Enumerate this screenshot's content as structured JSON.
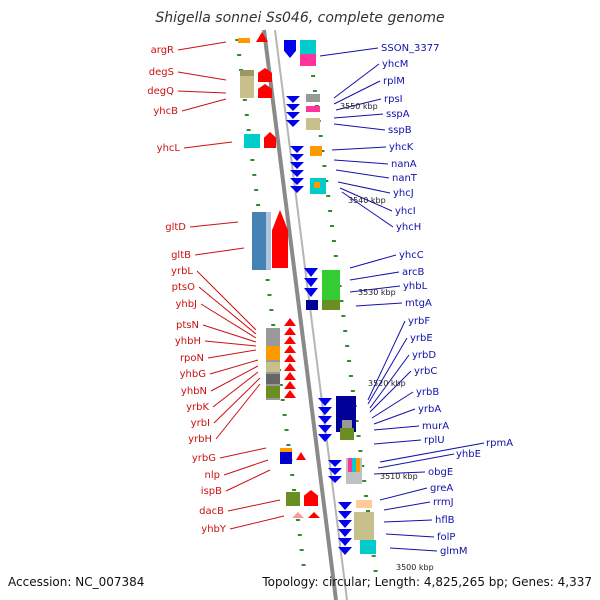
{
  "title": "Shigella sonnei Ss046, complete genome",
  "footer": {
    "accession": "Accession: NC_007384",
    "summary": "Topology: circular; Length: 4,825,265 bp; Genes: 4,337"
  },
  "colors": {
    "left_label": "#cc1111",
    "right_label": "#1111aa",
    "backbone": "#8a8a8a",
    "marker": "#2e8b2e"
  },
  "positions": [
    {
      "label": "3550 kbp"
    },
    {
      "label": "3540 kbp"
    },
    {
      "label": "3530 kbp"
    },
    {
      "label": "3520 kbp"
    },
    {
      "label": "3510 kbp"
    },
    {
      "label": "3500 kbp"
    }
  ],
  "left_genes": [
    {
      "name": "argR"
    },
    {
      "name": "degS"
    },
    {
      "name": "degQ"
    },
    {
      "name": "yhcB"
    },
    {
      "name": "yhcL"
    },
    {
      "name": "gltD"
    },
    {
      "name": "gltB"
    },
    {
      "name": "yrbL"
    },
    {
      "name": "ptsO"
    },
    {
      "name": "yhbJ"
    },
    {
      "name": "ptsN"
    },
    {
      "name": "yhbH"
    },
    {
      "name": "rpoN"
    },
    {
      "name": "yhbG"
    },
    {
      "name": "yhbN"
    },
    {
      "name": "yrbK"
    },
    {
      "name": "yrbI"
    },
    {
      "name": "yrbH"
    },
    {
      "name": "yrbG"
    },
    {
      "name": "nlp"
    },
    {
      "name": "ispB"
    },
    {
      "name": "dacB"
    },
    {
      "name": "yhbY"
    }
  ],
  "right_genes": [
    {
      "name": "SSON_3377"
    },
    {
      "name": "yhcM"
    },
    {
      "name": "rplM"
    },
    {
      "name": "rpsI"
    },
    {
      "name": "sspA"
    },
    {
      "name": "sspB"
    },
    {
      "name": "yhcK"
    },
    {
      "name": "nanA"
    },
    {
      "name": "nanT"
    },
    {
      "name": "yhcJ"
    },
    {
      "name": "yhcI"
    },
    {
      "name": "yhcH"
    },
    {
      "name": "yhcC"
    },
    {
      "name": "arcB"
    },
    {
      "name": "yhbL"
    },
    {
      "name": "mtgA"
    },
    {
      "name": "yrbF"
    },
    {
      "name": "yrbE"
    },
    {
      "name": "yrbD"
    },
    {
      "name": "yrbC"
    },
    {
      "name": "yrbB"
    },
    {
      "name": "yrbA"
    },
    {
      "name": "murA"
    },
    {
      "name": "rplU"
    },
    {
      "name": "rpmA"
    },
    {
      "name": "yhbE"
    },
    {
      "name": "obgE"
    },
    {
      "name": "greA"
    },
    {
      "name": "rrmJ"
    },
    {
      "name": "hflB"
    },
    {
      "name": "folP"
    },
    {
      "name": "glmM"
    }
  ]
}
